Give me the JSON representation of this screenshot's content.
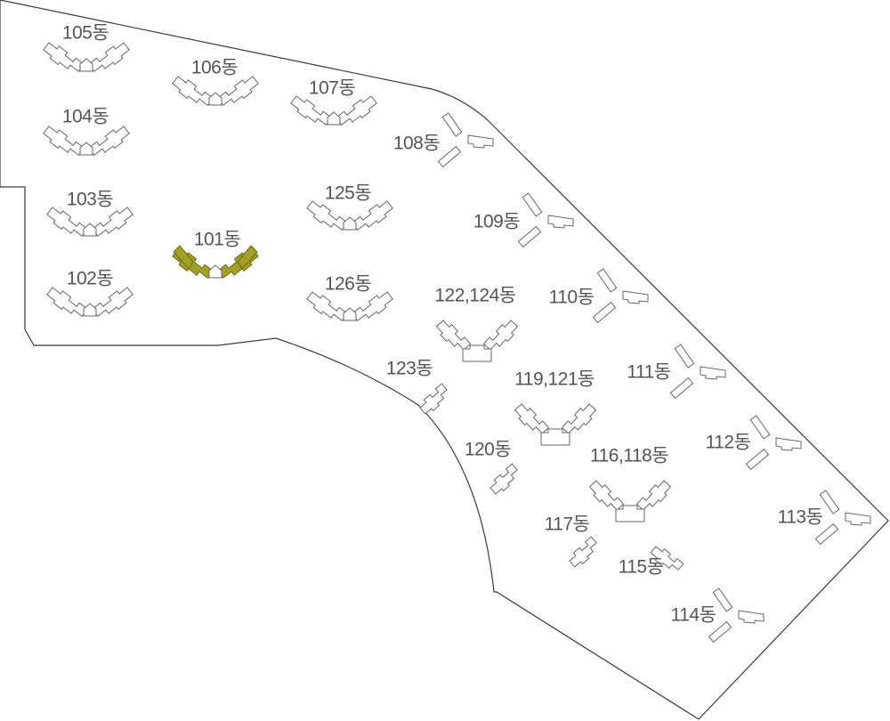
{
  "map": {
    "highlight_color": "#a3a02a",
    "buildings": [
      {
        "id": "105",
        "label": "105동",
        "shape": "V",
        "highlighted": false
      },
      {
        "id": "104",
        "label": "104동",
        "shape": "V",
        "highlighted": false
      },
      {
        "id": "103",
        "label": "103동",
        "shape": "V",
        "highlighted": false
      },
      {
        "id": "102",
        "label": "102동",
        "shape": "V",
        "highlighted": false
      },
      {
        "id": "106",
        "label": "106동",
        "shape": "V",
        "highlighted": false
      },
      {
        "id": "101",
        "label": "101동",
        "shape": "V",
        "highlighted": true
      },
      {
        "id": "107",
        "label": "107동",
        "shape": "V",
        "highlighted": false
      },
      {
        "id": "125",
        "label": "125동",
        "shape": "V",
        "highlighted": false
      },
      {
        "id": "126",
        "label": "126동",
        "shape": "V",
        "highlighted": false
      },
      {
        "id": "108",
        "label": "108동",
        "shape": "L",
        "highlighted": false
      },
      {
        "id": "109",
        "label": "109동",
        "shape": "L",
        "highlighted": false
      },
      {
        "id": "110",
        "label": "110동",
        "shape": "L",
        "highlighted": false
      },
      {
        "id": "111",
        "label": "111동",
        "shape": "L",
        "highlighted": false
      },
      {
        "id": "112",
        "label": "112동",
        "shape": "L",
        "highlighted": false
      },
      {
        "id": "113",
        "label": "113동",
        "shape": "L",
        "highlighted": false
      },
      {
        "id": "114",
        "label": "114동",
        "shape": "L",
        "highlighted": false
      },
      {
        "id": "122124",
        "label": "122,124동",
        "shape": "Y",
        "highlighted": false
      },
      {
        "id": "119121",
        "label": "119,121동",
        "shape": "Y",
        "highlighted": false
      },
      {
        "id": "116118",
        "label": "116,118동",
        "shape": "Y",
        "highlighted": false
      },
      {
        "id": "123",
        "label": "123동",
        "shape": "I",
        "highlighted": false
      },
      {
        "id": "120",
        "label": "120동",
        "shape": "I",
        "highlighted": false
      },
      {
        "id": "117",
        "label": "117동",
        "shape": "I",
        "highlighted": false
      },
      {
        "id": "115",
        "label": "115동",
        "shape": "I2",
        "highlighted": false
      }
    ]
  }
}
